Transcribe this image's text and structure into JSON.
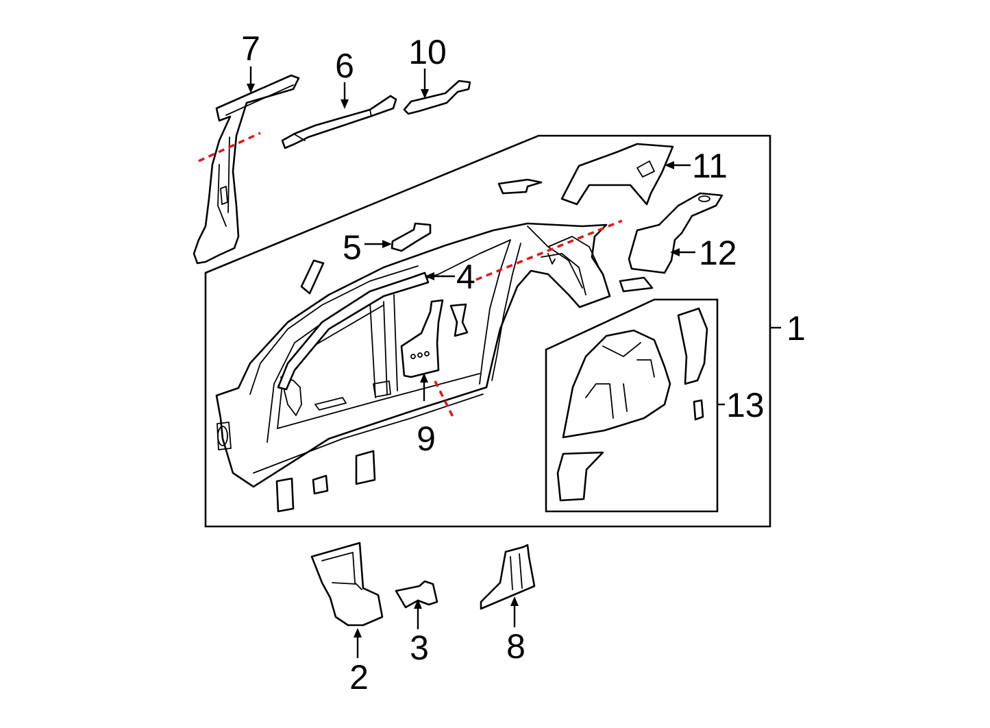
{
  "callouts": [
    {
      "id": "1",
      "label": "1"
    },
    {
      "id": "2",
      "label": "2"
    },
    {
      "id": "3",
      "label": "3"
    },
    {
      "id": "4",
      "label": "4"
    },
    {
      "id": "5",
      "label": "5"
    },
    {
      "id": "6",
      "label": "6"
    },
    {
      "id": "7",
      "label": "7"
    },
    {
      "id": "8",
      "label": "8"
    },
    {
      "id": "9",
      "label": "9"
    },
    {
      "id": "10",
      "label": "10"
    },
    {
      "id": "11",
      "label": "11"
    },
    {
      "id": "12",
      "label": "12"
    },
    {
      "id": "13",
      "label": "13"
    }
  ],
  "colors": {
    "line": "#000000",
    "cut_line": "#e01818",
    "background": "#ffffff"
  }
}
